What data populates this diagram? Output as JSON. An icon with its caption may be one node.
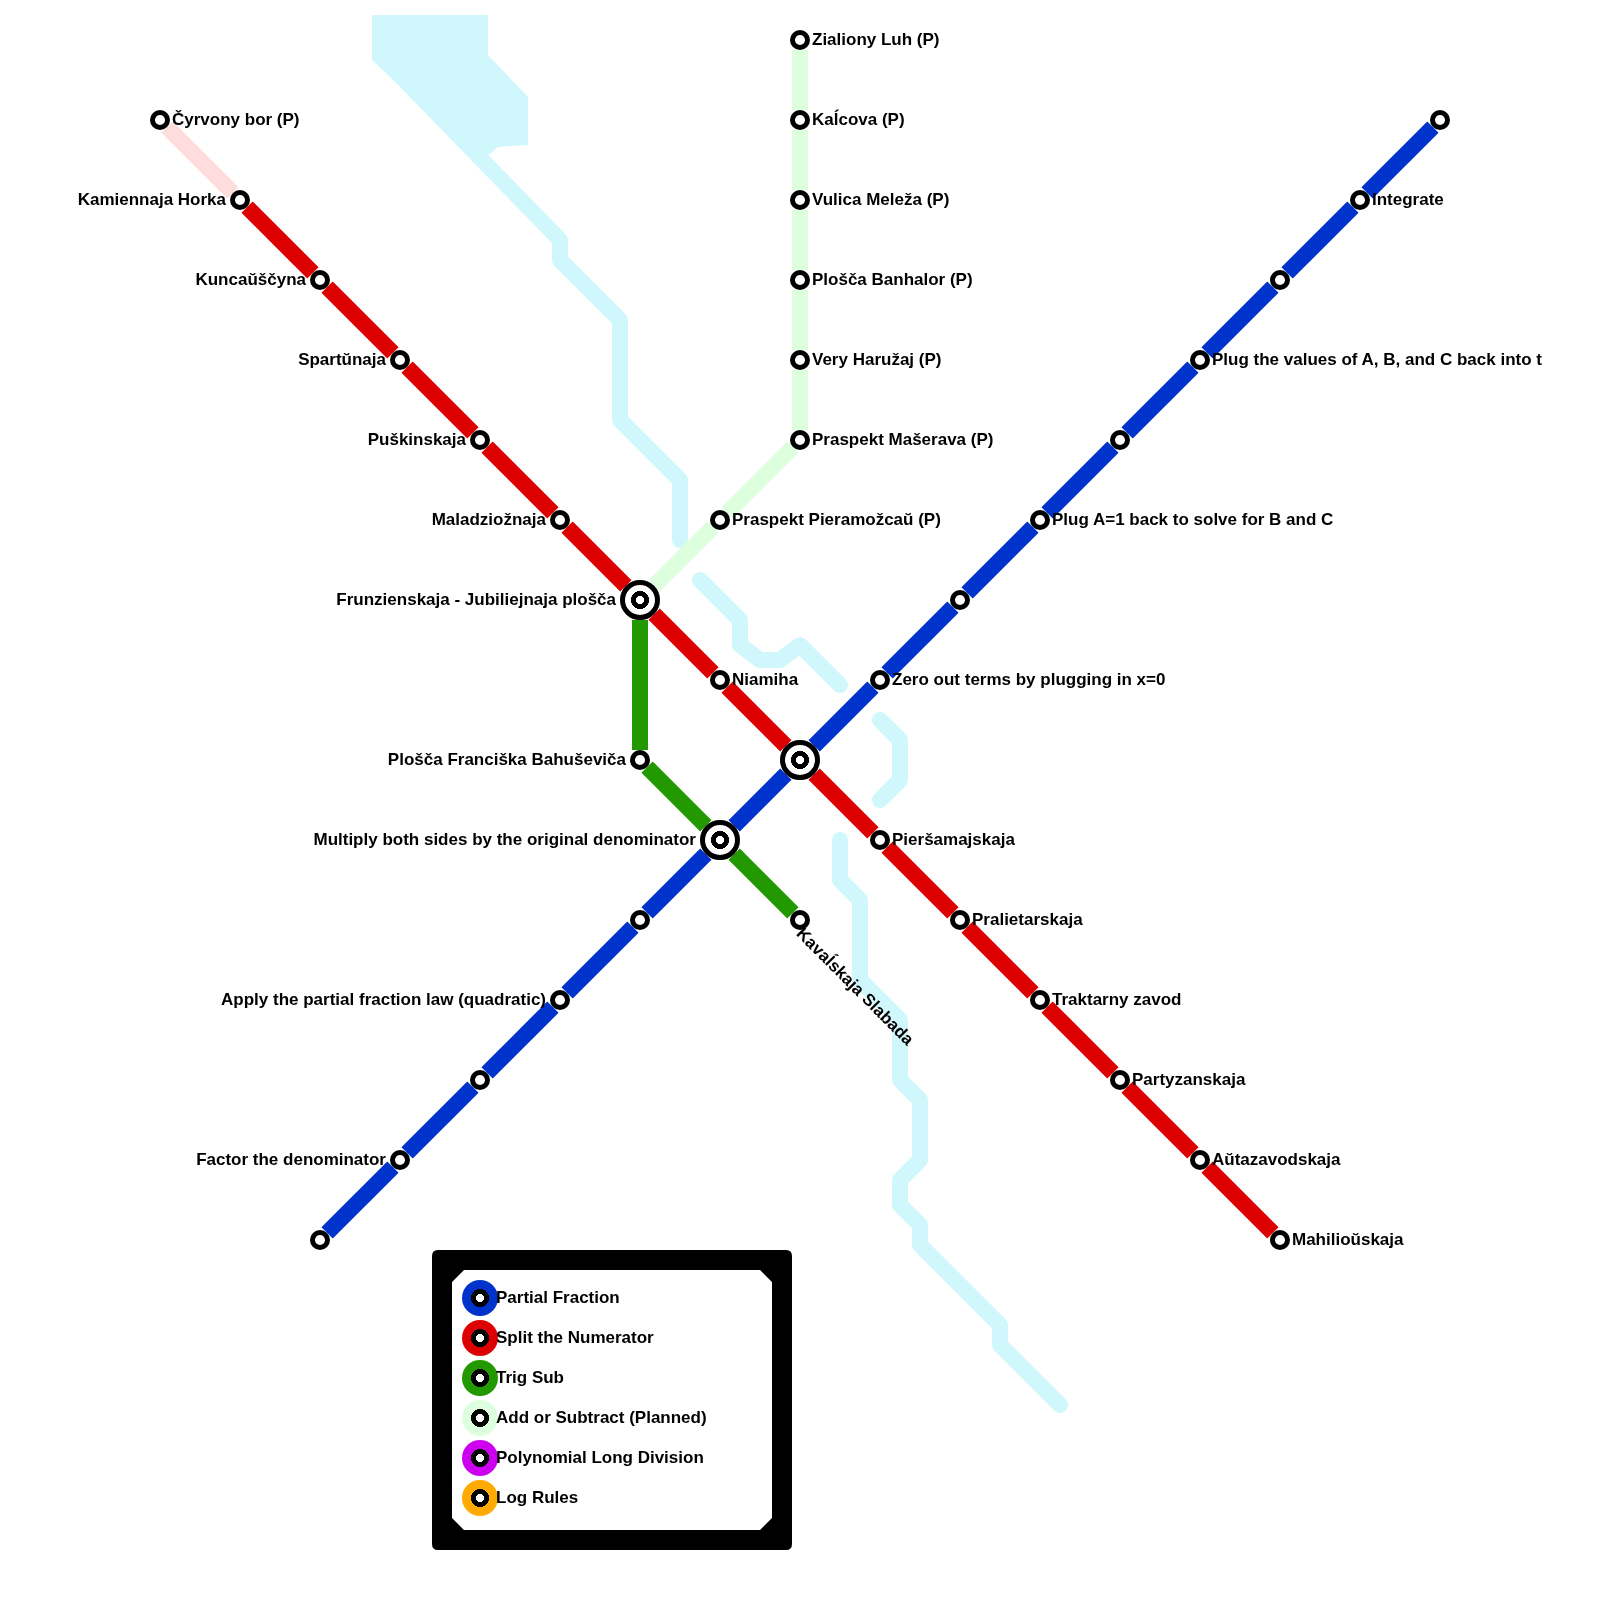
{
  "diagram": {
    "nodes": [
      {
        "text": [
          "Zialiony Luh (P)"
        ]
      },
      {
        "text": [
          "Kaĺcova (P)"
        ]
      },
      {
        "text": [
          "Čyrvony bor (P)"
        ]
      },
      {
        "text": [],
        "shape": "circle"
      },
      {
        "text": [
          "Vulica Meleža (P)"
        ]
      },
      {
        "text": [
          "Kamiennaja Horka"
        ]
      },
      {
        "text": [
          "Integrate"
        ]
      },
      {
        "text": [
          "Kuncaŭščyna"
        ]
      },
      {
        "text": [
          "Plošča Banhalor (P)"
        ]
      },
      {
        "text": [],
        "shape": "circle"
      },
      {
        "text": [
          "Spartŭnaja"
        ]
      },
      {
        "text": [
          "Very Haružaj (P)"
        ]
      },
      {
        "text": [
          "Plug the values of A, B, and C back into t"
        ]
      },
      {
        "text": [
          "Puškinskaja"
        ]
      },
      {
        "text": [
          "Praspekt Mašerava (P)"
        ]
      },
      {
        "text": [],
        "shape": "circle"
      },
      {
        "text": [
          "Maladziožnaja"
        ]
      },
      {
        "text": [
          "Praspekt Pieramožcaŭ (P)"
        ]
      },
      {
        "text": [
          "Plug A=1 back to solve for B and C"
        ]
      },
      {
        "text": [
          "Frunzienskaja - Jubiliejnaja plošča"
        ]
      },
      {
        "text": [],
        "shape": "circle"
      },
      {
        "text": [
          "Niamiha"
        ]
      },
      {
        "text": [
          "Zero out terms by plugging in x=0"
        ]
      },
      {
        "text": [
          "Plošča Franciška Bahuševiča"
        ]
      },
      {
        "text": [],
        "shape": "circle"
      },
      {
        "text": [
          "Multiply both sides by the original denominator"
        ]
      },
      {
        "text": [
          "Pieršamajskaja"
        ]
      },
      {
        "text": [
          "Kavaĺskaja Slabada"
        ]
      },
      {
        "text": [],
        "shape": "circle"
      },
      {
        "text": [
          "Pralietarskaja"
        ]
      },
      {
        "text": [
          "Apply the partial fraction law (quadratic)"
        ]
      },
      {
        "text": [
          "Traktarny zavod"
        ]
      },
      {
        "text": [],
        "shape": "circle"
      },
      {
        "text": [
          "Partyzanskaja"
        ]
      },
      {
        "text": [
          "Factor the denominator"
        ]
      },
      {
        "text": [
          "Aŭtazavodskaja"
        ]
      },
      {
        "text": [],
        "shape": "circle"
      },
      {
        "text": [
          "Mahilioŭskaja"
        ]
      }
    ],
    "edges": [
      {
        "from": 2,
        "to": 5,
        "arrow": "none",
        "color": "#ffdddd"
      },
      {
        "from": 5,
        "to": 7,
        "arrow": "none",
        "color": "#dd0000"
      },
      {
        "from": 7,
        "to": 10,
        "arrow": "none",
        "color": "#dd0000"
      },
      {
        "from": 10,
        "to": 13,
        "arrow": "none",
        "color": "#dd0000"
      },
      {
        "from": 13,
        "to": 16,
        "arrow": "none",
        "color": "#dd0000"
      },
      {
        "from": 16,
        "to": 19,
        "arrow": "none",
        "color": "#dd0000"
      },
      {
        "from": 19,
        "to": 21,
        "arrow": "none",
        "color": "#dd0000"
      },
      {
        "from": 21,
        "to": 24,
        "arrow": "none",
        "color": "#dd0000"
      },
      {
        "from": 24,
        "to": 26,
        "arrow": "none",
        "color": "#dd0000"
      },
      {
        "from": 26,
        "to": 29,
        "arrow": "none",
        "color": "#dd0000"
      },
      {
        "from": 29,
        "to": 31,
        "arrow": "none",
        "color": "#dd0000"
      },
      {
        "from": 31,
        "to": 33,
        "arrow": "none",
        "color": "#dd0000"
      },
      {
        "from": 33,
        "to": 35,
        "arrow": "none",
        "color": "#dd0000"
      },
      {
        "from": 35,
        "to": 37,
        "arrow": "none",
        "color": "#dd0000"
      },
      {
        "from": 36,
        "to": 34,
        "arrow": "none",
        "color": "#0033cc"
      },
      {
        "from": 34,
        "to": 32,
        "arrow": "none",
        "color": "#0033cc"
      },
      {
        "from": 32,
        "to": 30,
        "arrow": "none",
        "color": "#0033cc"
      },
      {
        "from": 30,
        "to": 28,
        "arrow": "none",
        "color": "#0033cc"
      },
      {
        "from": 28,
        "to": 25,
        "arrow": "none",
        "color": "#0033cc"
      },
      {
        "from": 25,
        "to": 24,
        "arrow": "none",
        "color": "#0033cc"
      },
      {
        "from": 24,
        "to": 22,
        "arrow": "none",
        "color": "#0033cc"
      },
      {
        "from": 22,
        "to": 20,
        "arrow": "none",
        "color": "#0033cc"
      },
      {
        "from": 20,
        "to": 18,
        "arrow": "none",
        "color": "#0033cc"
      },
      {
        "from": 18,
        "to": 15,
        "arrow": "none",
        "color": "#0033cc"
      },
      {
        "from": 15,
        "to": 12,
        "arrow": "none",
        "color": "#0033cc"
      },
      {
        "from": 12,
        "to": 9,
        "arrow": "none",
        "color": "#0033cc"
      },
      {
        "from": 9,
        "to": 6,
        "arrow": "none",
        "color": "#0033cc"
      },
      {
        "from": 6,
        "to": 3,
        "arrow": "none",
        "color": "#0033cc"
      },
      {
        "from": 19,
        "to": 23,
        "arrow": "none",
        "color": "#229900"
      },
      {
        "from": 23,
        "to": 25,
        "arrow": "none",
        "color": "#229900"
      },
      {
        "from": 25,
        "to": 27,
        "arrow": "none",
        "color": "#229900"
      },
      {
        "from": 19,
        "to": 17,
        "arrow": "none",
        "color": "#ddffdd"
      },
      {
        "from": 17,
        "to": 14,
        "arrow": "none",
        "color": "#ddffdd"
      },
      {
        "from": 14,
        "to": 11,
        "arrow": "none",
        "color": "#ddffdd"
      },
      {
        "from": 11,
        "to": 8,
        "arrow": "none",
        "color": "#ddffdd"
      },
      {
        "from": 8,
        "to": 4,
        "arrow": "none",
        "color": "#ddffdd"
      },
      {
        "from": 4,
        "to": 1,
        "arrow": "none",
        "color": "#ddffdd"
      },
      {
        "from": 1,
        "to": 0,
        "arrow": "none",
        "color": "#ddffdd"
      }
    ],
    "legend": [
      {
        "text": "Partial Fraction",
        "color": "#0033cc"
      },
      {
        "text": "Split the Numerator",
        "color": "#dd0000"
      },
      {
        "text": "Trig Sub",
        "color": "#229900"
      },
      {
        "text": "Add or Subtract (Planned)",
        "color": "#ddffdd"
      },
      {
        "text": "Polynomial Long Division",
        "color": "#cc00ee"
      },
      {
        "text": "Log Rules",
        "color": "#ffaa00"
      }
    ]
  }
}
